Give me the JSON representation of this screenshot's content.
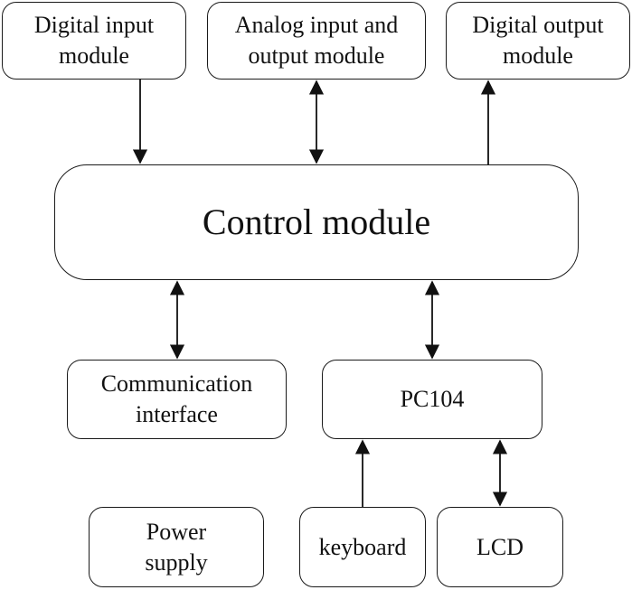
{
  "diagram": {
    "nodes": {
      "digital_input": {
        "line1": "Digital input",
        "line2": "module"
      },
      "analog_io": {
        "line1": "Analog input and",
        "line2": "output module"
      },
      "digital_output": {
        "line1": "Digital output",
        "line2": "module"
      },
      "control": {
        "label": "Control module"
      },
      "communication": {
        "line1": "Communication",
        "line2": "interface"
      },
      "pc104": {
        "label": "PC104"
      },
      "power": {
        "line1": "Power",
        "line2": "supply"
      },
      "keyboard": {
        "label": "keyboard"
      },
      "lcd": {
        "label": "LCD"
      }
    },
    "edges": [
      {
        "from": "digital_input",
        "to": "control",
        "direction": "to"
      },
      {
        "from": "analog_io",
        "to": "control",
        "direction": "both"
      },
      {
        "from": "control",
        "to": "digital_output",
        "direction": "to"
      },
      {
        "from": "control",
        "to": "communication",
        "direction": "both"
      },
      {
        "from": "control",
        "to": "pc104",
        "direction": "both"
      },
      {
        "from": "keyboard",
        "to": "pc104",
        "direction": "to"
      },
      {
        "from": "pc104",
        "to": "lcd",
        "direction": "both"
      }
    ]
  }
}
